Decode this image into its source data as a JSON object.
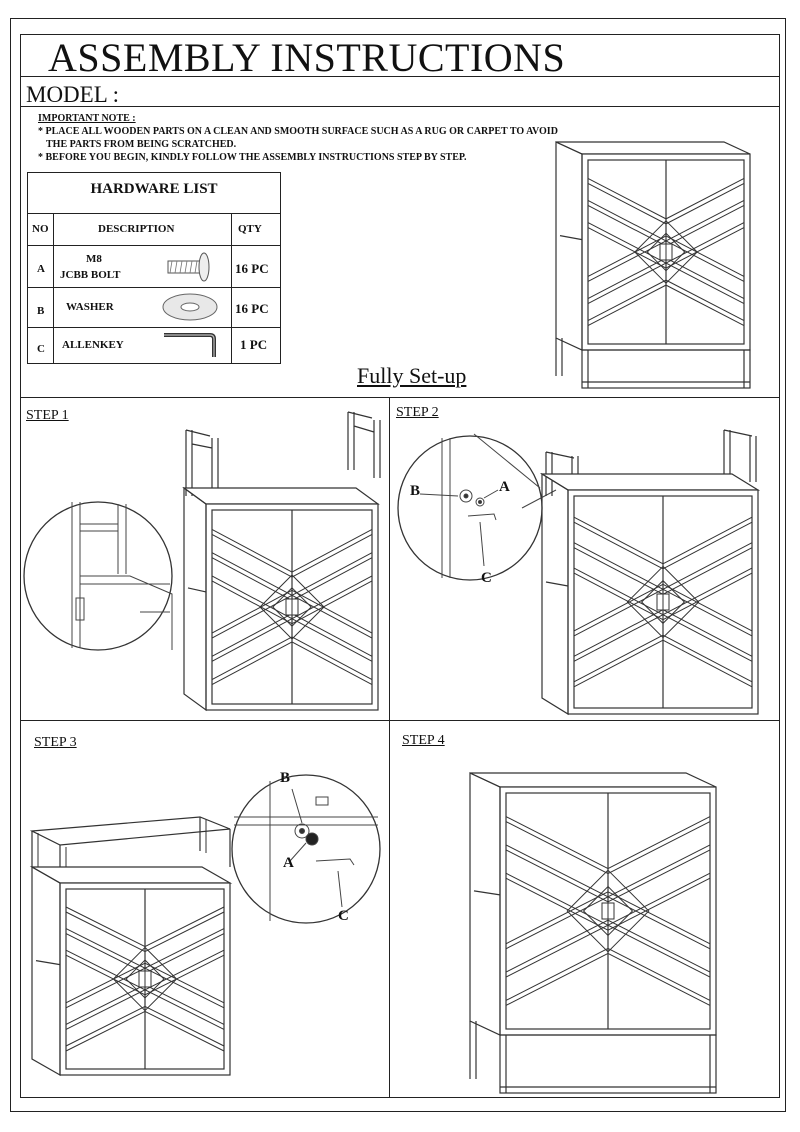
{
  "header": {
    "title": "ASSEMBLY INSTRUCTIONS",
    "model_label": "MODEL :"
  },
  "note": {
    "heading": "IMPORTANT NOTE :",
    "lines": [
      "* PLACE ALL WOODEN PARTS ON A CLEAN AND SMOOTH SURFACE SUCH AS A RUG OR CARPET TO AVOID",
      "THE PARTS FROM BEING SCRATCHED.",
      "* BEFORE YOU BEGIN, KINDLY FOLLOW THE ASSEMBLY INSTRUCTIONS STEP BY STEP."
    ]
  },
  "hardware": {
    "title": "HARDWARE LIST",
    "headers": [
      "NO",
      "DESCRIPTION",
      "QTY"
    ],
    "rows": [
      {
        "no": "A",
        "desc1": "M8",
        "desc2": "JCBB BOLT",
        "qty": "16 PC",
        "icon": "bolt-icon"
      },
      {
        "no": "B",
        "desc1": "WASHER",
        "desc2": "",
        "qty": "16 PC",
        "icon": "washer-icon"
      },
      {
        "no": "C",
        "desc1": "ALLENKEY",
        "desc2": "",
        "qty": "1 PC",
        "icon": "allen-key-icon"
      }
    ]
  },
  "setup_label": "Fully Set-up",
  "steps": [
    "STEP 1",
    "STEP 2",
    "STEP 3",
    "STEP 4"
  ],
  "callouts": {
    "a": "A",
    "b": "B",
    "c": "C"
  }
}
